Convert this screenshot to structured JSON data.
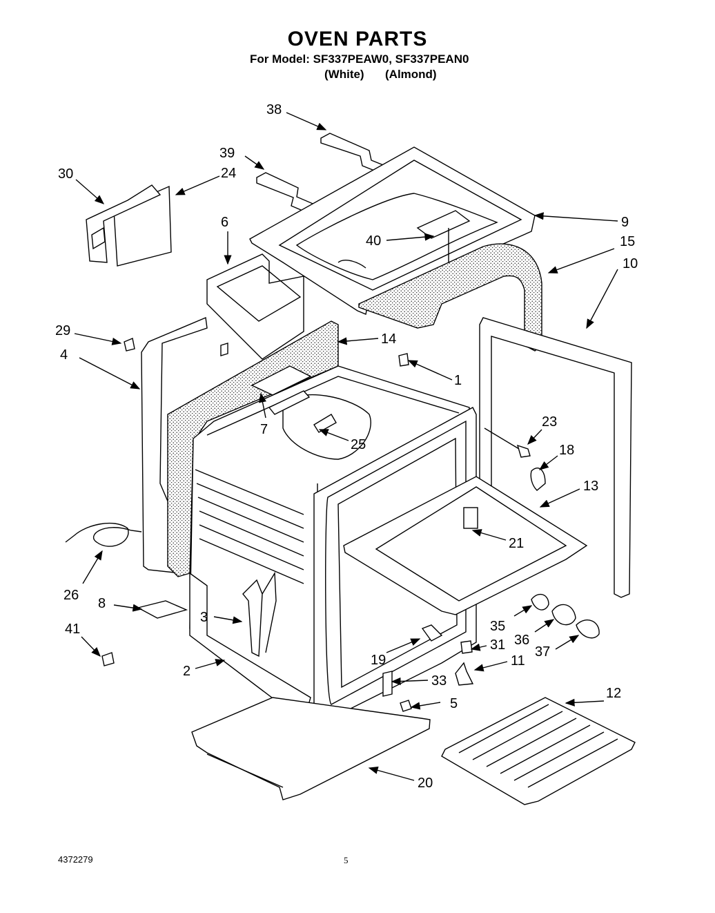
{
  "header": {
    "title": "OVEN PARTS",
    "model_line": "For Model: SF337PEAW0, SF337PEAN0",
    "variant_white": "(White)",
    "variant_almond": "(Almond)"
  },
  "footer": {
    "document_number": "4372279",
    "page_number": "5"
  },
  "callouts": [
    "1",
    "2",
    "3",
    "4",
    "5",
    "6",
    "7",
    "8",
    "9",
    "10",
    "11",
    "12",
    "13",
    "14",
    "15",
    "18",
    "19",
    "20",
    "21",
    "23",
    "24",
    "25",
    "26",
    "29",
    "30",
    "31",
    "33",
    "35",
    "36",
    "37",
    "38",
    "39",
    "40",
    "41"
  ]
}
